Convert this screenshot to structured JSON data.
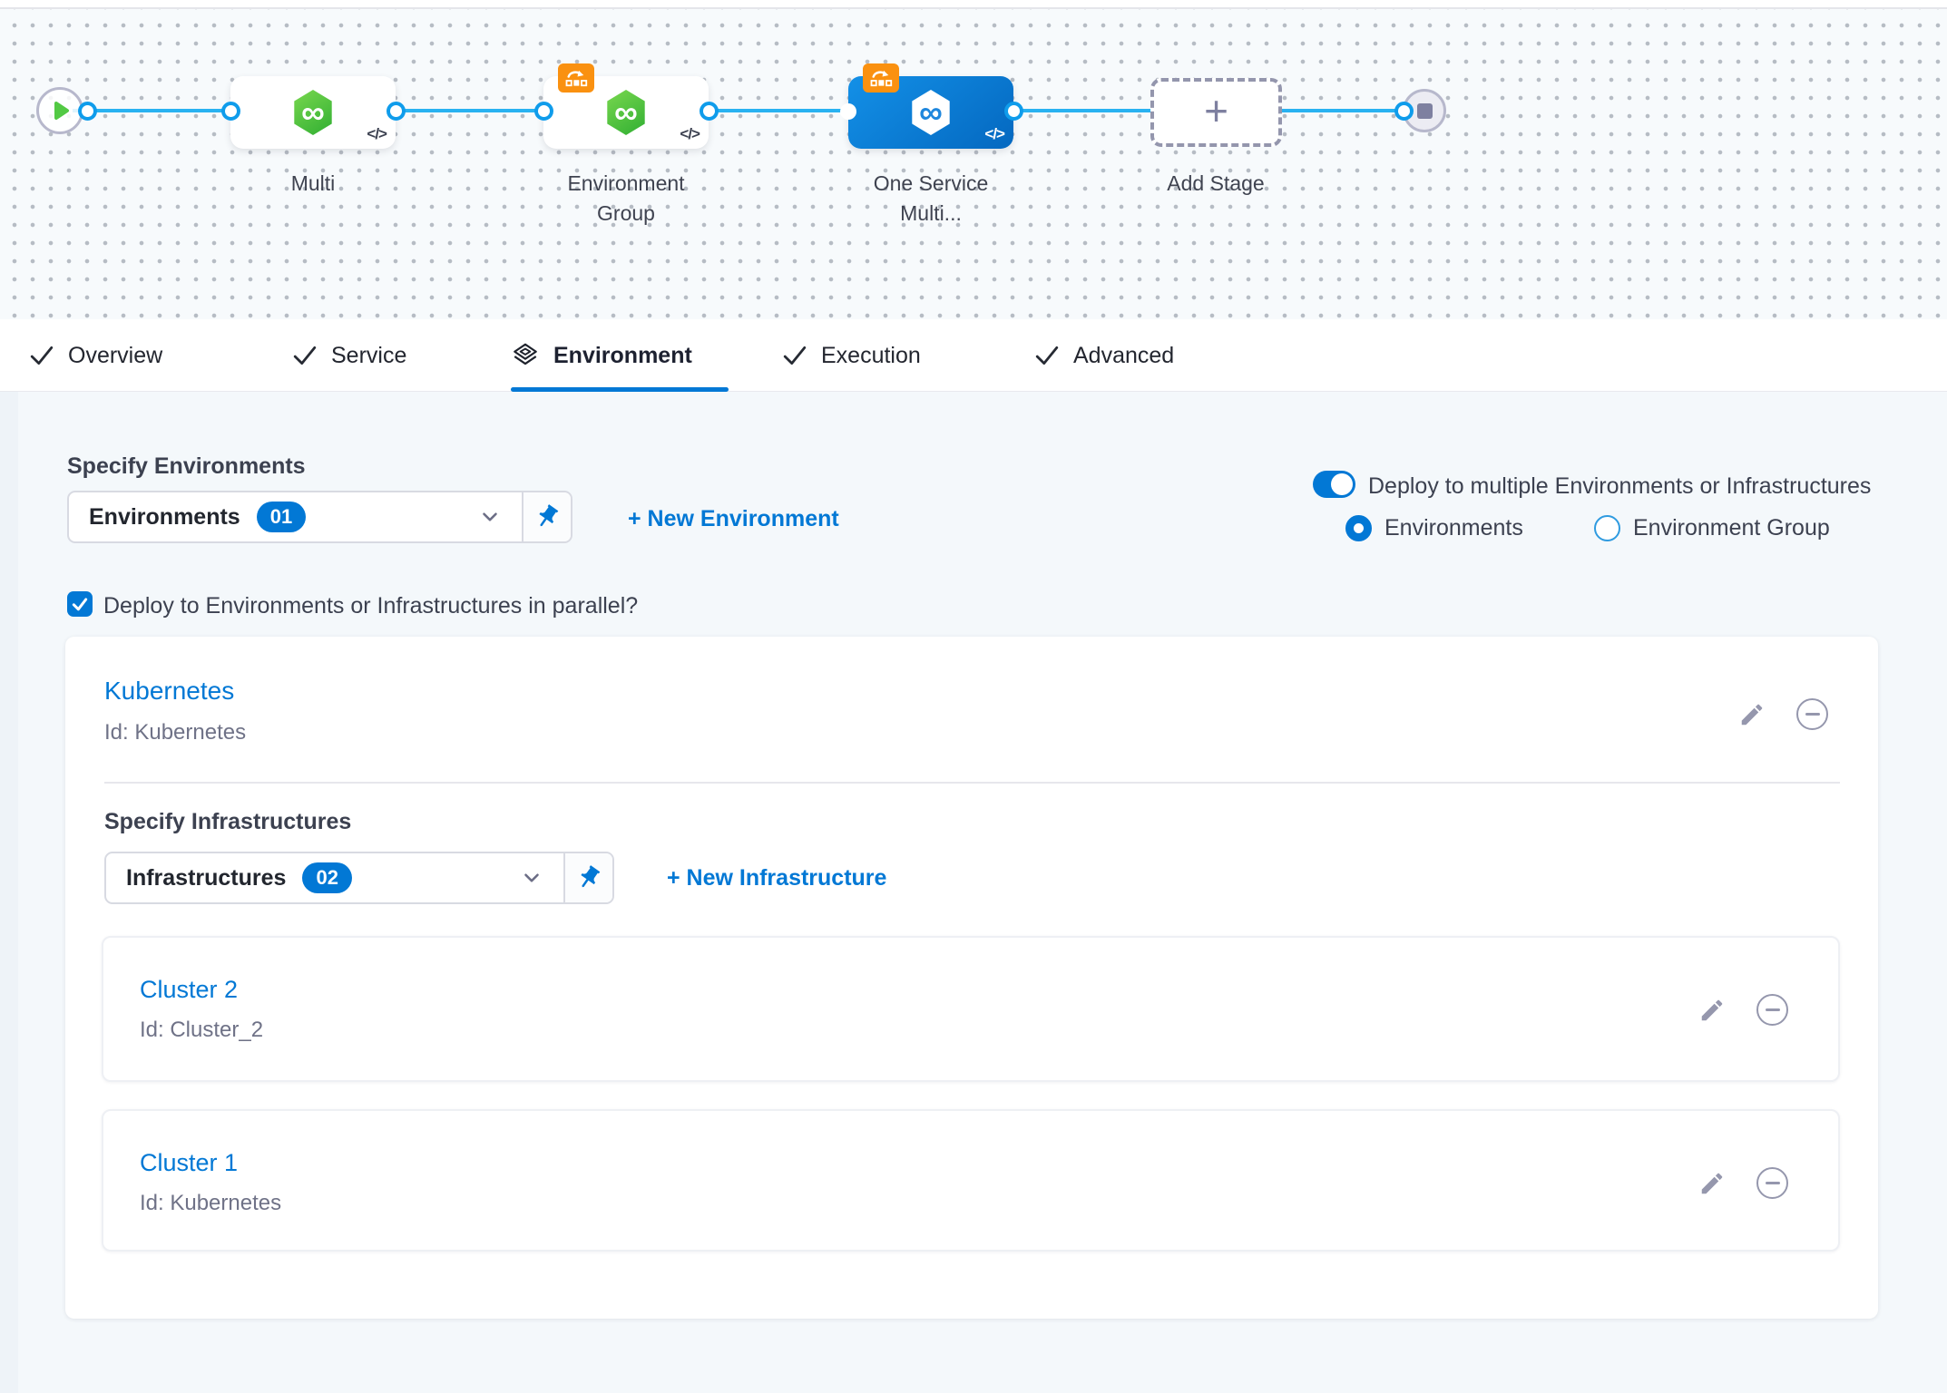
{
  "colors": {
    "primary_blue": "#0278d5",
    "connector_blue": "#29b2f1",
    "node_green": "#42ba37",
    "badge_orange": "#fa9110",
    "panel_bg": "#f4f8fb"
  },
  "pipeline": {
    "infinity_glyph": "∞",
    "nodes": [
      {
        "label": "Multi",
        "code_glyph": "</>"
      },
      {
        "label": "Environment Group",
        "code_glyph": "</>",
        "multi_badge": true
      },
      {
        "label": "One Service Multi...",
        "code_glyph": "</>",
        "multi_badge": true,
        "selected": true
      },
      {
        "label": "Add Stage",
        "type": "add-stage",
        "plus_glyph": "+"
      }
    ]
  },
  "tabs": [
    {
      "label": "Overview",
      "status": "complete"
    },
    {
      "label": "Service",
      "status": "complete"
    },
    {
      "label": "Environment",
      "status": "active"
    },
    {
      "label": "Execution",
      "status": "complete"
    },
    {
      "label": "Advanced",
      "status": "complete"
    }
  ],
  "environment_tab": {
    "specify_environments_label": "Specify Environments",
    "environments_dropdown": {
      "value": "Environments",
      "count_badge": "01"
    },
    "new_environment_link": "+ New Environment",
    "deploy_multiple_toggle": {
      "label": "Deploy to multiple Environments or Infrastructures",
      "on": true
    },
    "scope_radios": [
      {
        "label": "Environments",
        "selected": true
      },
      {
        "label": "Environment Group",
        "selected": false
      }
    ],
    "parallel_checkbox": {
      "label": "Deploy to Environments or Infrastructures in parallel?",
      "checked": true
    },
    "environment": {
      "name": "Kubernetes",
      "id_label": "Id: Kubernetes",
      "specify_infrastructures_label": "Specify Infrastructures",
      "infrastructures_dropdown": {
        "value": "Infrastructures",
        "count_badge": "02"
      },
      "new_infrastructure_link": "+ New Infrastructure",
      "infrastructures": [
        {
          "name": "Cluster 2",
          "id_label": "Id: Cluster_2"
        },
        {
          "name": "Cluster 1",
          "id_label": "Id: Kubernetes"
        }
      ]
    }
  }
}
